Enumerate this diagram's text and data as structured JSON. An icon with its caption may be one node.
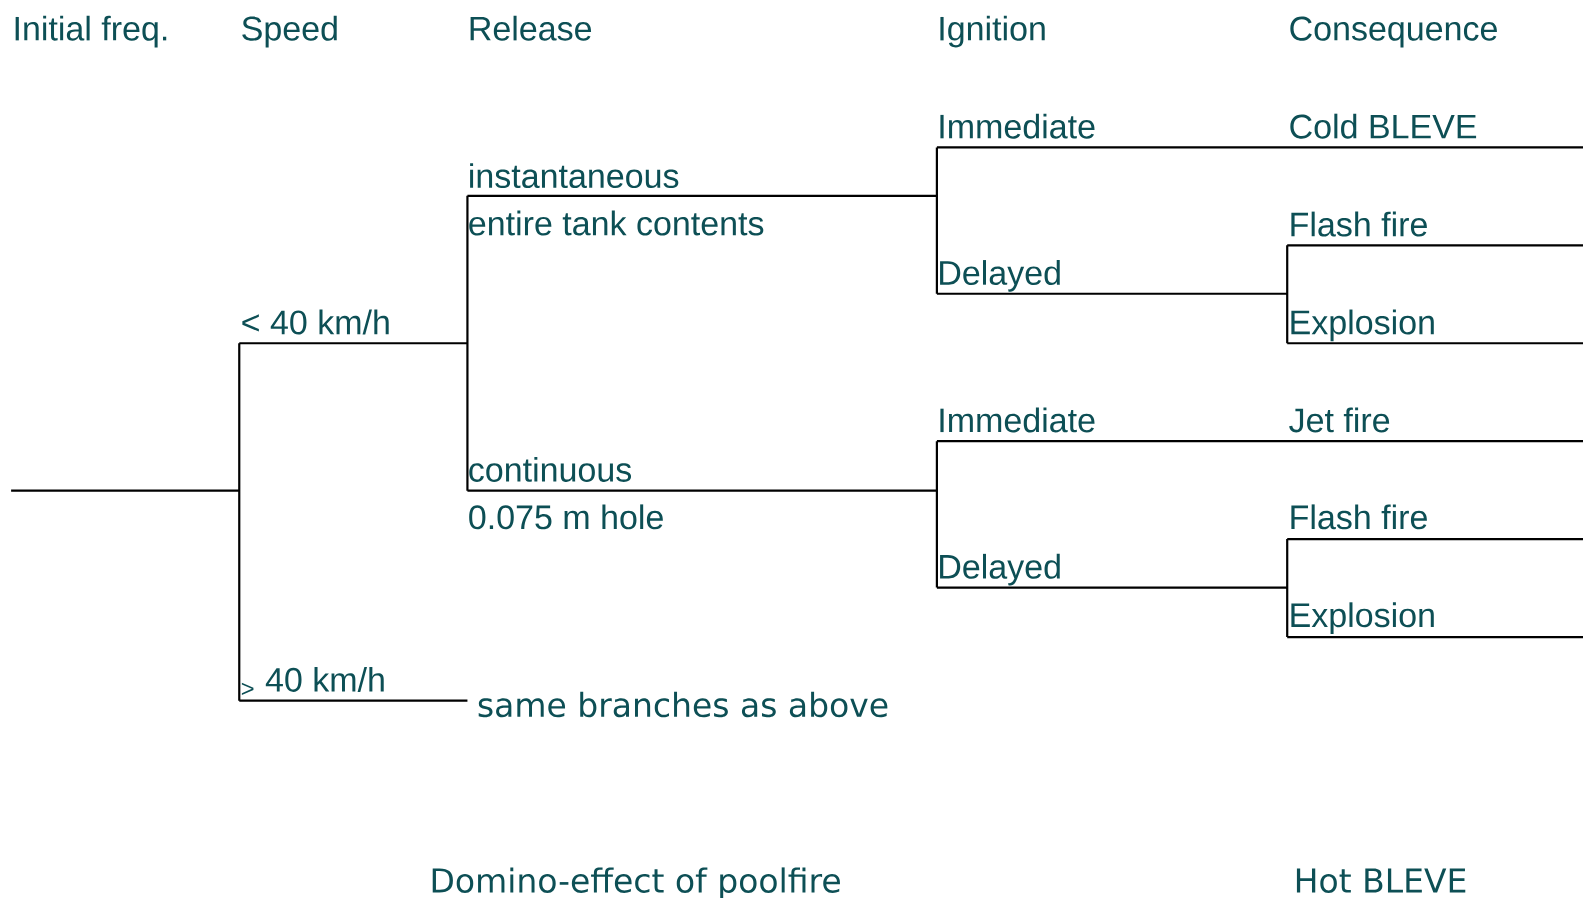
{
  "diagram": {
    "labels": [
      "Initial freq.",
      "Speed",
      "Release",
      "Ignition",
      "Consequence",
      "Immediate",
      "Cold BLEVE",
      "instantaneous",
      "entire tank contents",
      "Flash fire",
      "Delayed",
      "< 40 km/h",
      "Explosion",
      "Immediate",
      "Jet fire",
      "continuous",
      "0.075 m hole",
      "Flash fire",
      "Delayed",
      "Explosion",
      "$_{>}$ 40 km/h",
      "same branches as above",
      "Domino-effect of poolfire",
      "Hot BLEVE"
    ]
  }
}
